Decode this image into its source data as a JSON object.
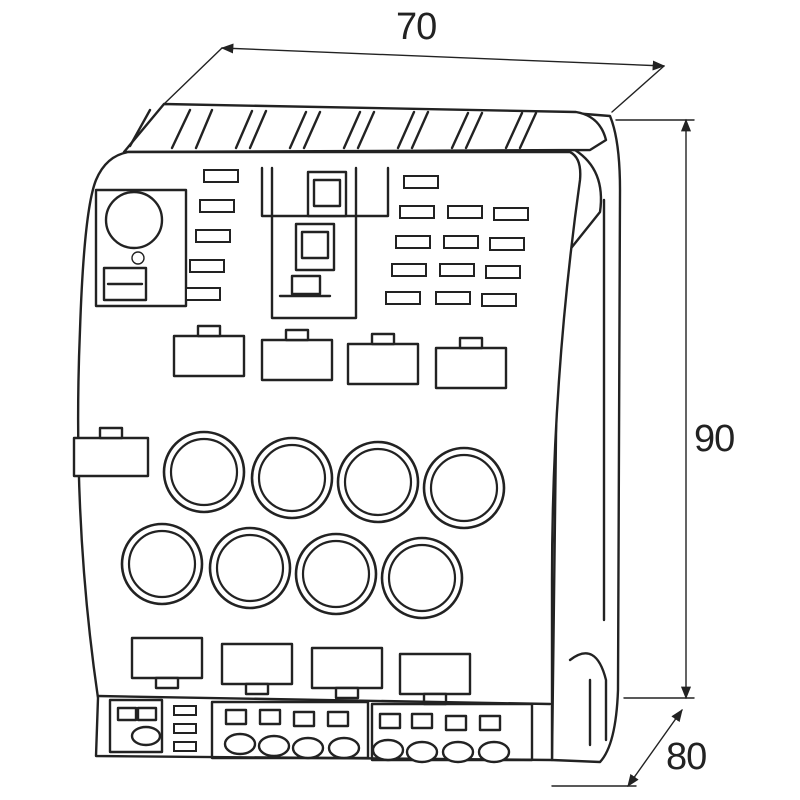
{
  "dimensions": {
    "width": "70",
    "height": "90",
    "depth": "80"
  },
  "colors": {
    "line": "#222222",
    "background": "#ffffff"
  }
}
